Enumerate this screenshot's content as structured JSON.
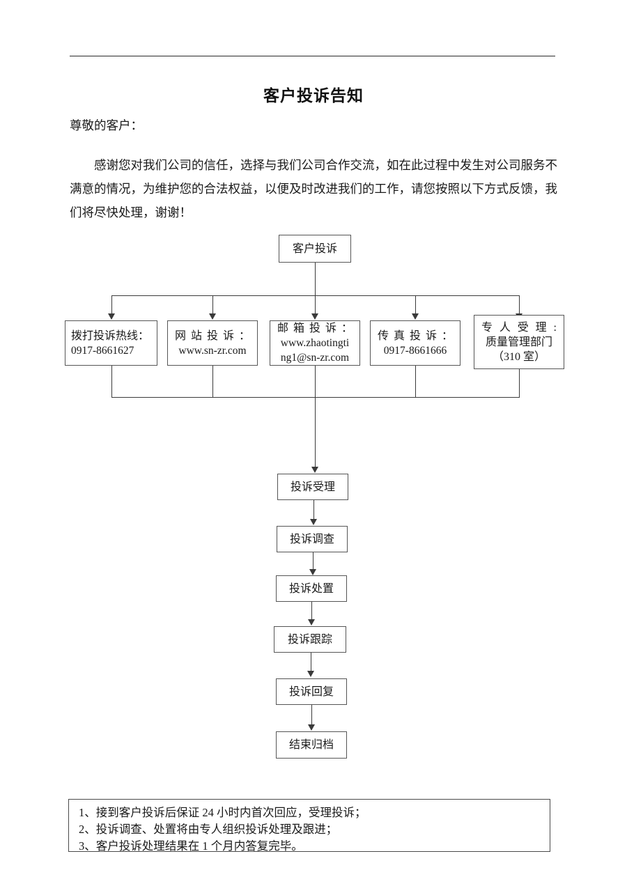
{
  "document": {
    "title": "客户投诉告知",
    "salutation": "尊敬的客户：",
    "intro": "感谢您对我们公司的信任，选择与我们公司合作交流，如在此过程中发生对公司服务不满意的情况，为维护您的合法权益，以便及时改进我们的工作，请您按照以下方式反馈，我们将尽快处理，谢谢！"
  },
  "flowchart": {
    "start": {
      "label": "客户投诉"
    },
    "channels": [
      {
        "title": "拨打投诉热线：",
        "value": "0917-8661627"
      },
      {
        "title": "网站投诉：",
        "value": "www.sn-zr.com"
      },
      {
        "title": "邮箱投诉：",
        "value_line1": "www.zhaotingti",
        "value_line2": "ng1@sn-zr.com"
      },
      {
        "title": "传真投诉：",
        "value": "0917-8661666"
      },
      {
        "title": "专人受理:",
        "value": "质量管理部门",
        "value2": "（310 室）"
      }
    ],
    "steps": [
      {
        "label": "投诉受理"
      },
      {
        "label": "投诉调查"
      },
      {
        "label": "投诉处置"
      },
      {
        "label": "投诉跟踪"
      },
      {
        "label": "投诉回复"
      },
      {
        "label": "结束归档"
      }
    ]
  },
  "notes": [
    "1、接到客户投诉后保证 24 小时内首次回应，受理投诉；",
    "2、投诉调查、处置将由专人组织投诉处理及跟进；",
    "3、客户投诉处理结果在 1 个月内答复完毕。"
  ],
  "colors": {
    "rule": "#2b2b2b",
    "box_border": "#555555",
    "connector": "#3a3a3a",
    "text": "#1a1a1a"
  }
}
